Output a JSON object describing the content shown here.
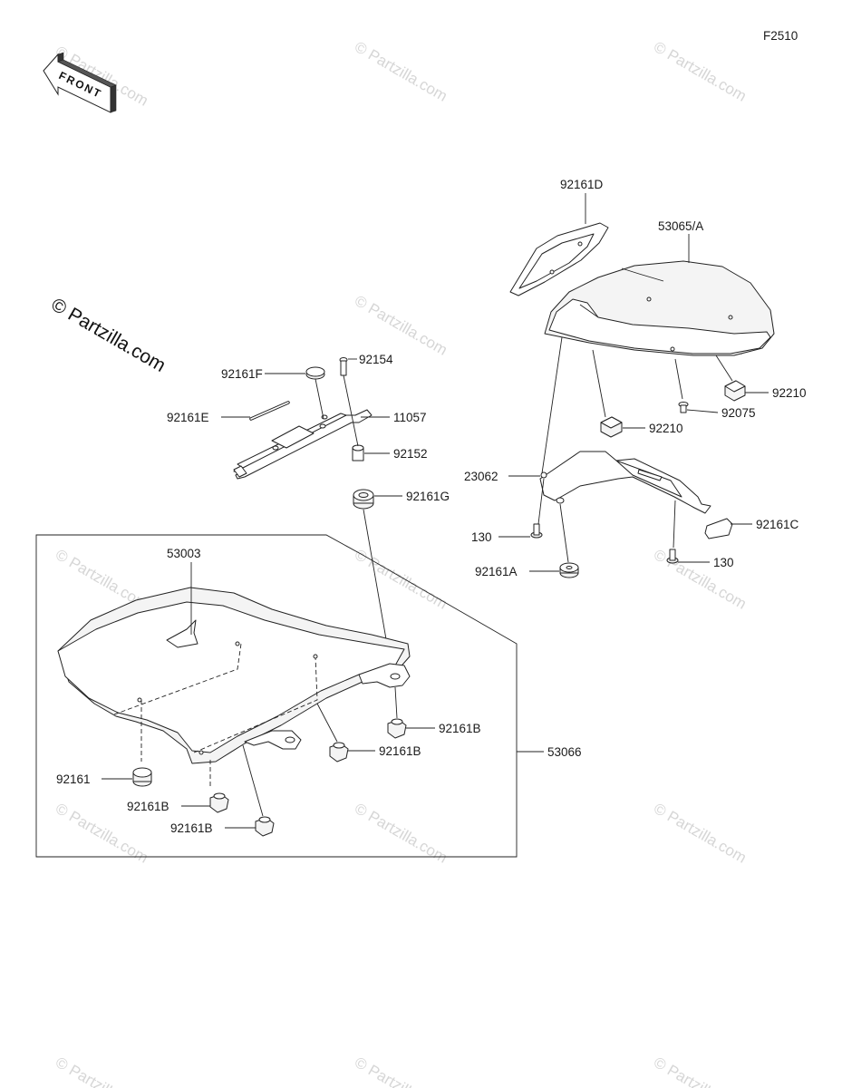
{
  "figure_code": "F2510",
  "front_label": "FRONT",
  "watermark_big": "© Partzilla.com",
  "watermark_small": "© Partzilla.com",
  "callouts": {
    "p92161D": "92161D",
    "p53065A": "53065/A",
    "p92154": "92154",
    "p92161F": "92161F",
    "p11057": "11057",
    "p92161E": "92161E",
    "p92152": "92152",
    "p92161G": "92161G",
    "p92210a": "92210",
    "p92075": "92075",
    "p92210b": "92210",
    "p23062": "23062",
    "p92161C": "92161C",
    "p130a": "130",
    "p130b": "130",
    "p92161A": "92161A",
    "p53003": "53003",
    "p92161Ba": "92161B",
    "p92161Bb": "92161B",
    "p53066": "53066",
    "p92161": "92161",
    "p92161Bc": "92161B",
    "p92161Bd": "92161B"
  },
  "colors": {
    "line": "#222222",
    "watermark": "#d6d6d6",
    "background": "#ffffff"
  }
}
